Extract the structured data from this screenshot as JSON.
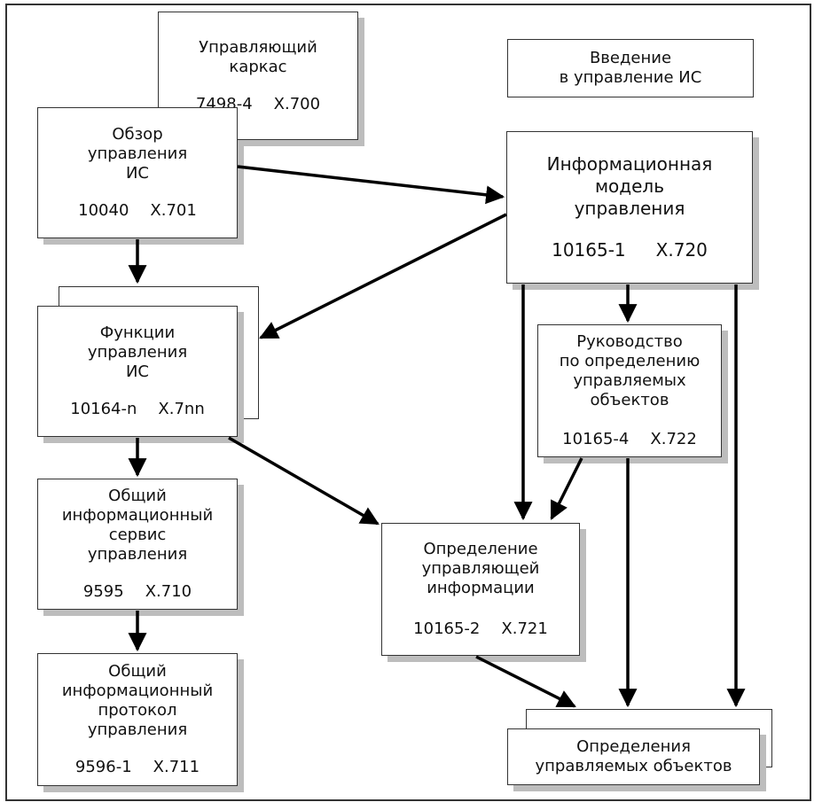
{
  "boxes": {
    "framework": {
      "title": "Управляющий\nкаркас",
      "code1": "7498-4",
      "code2": "X.700"
    },
    "intro": {
      "title": "Введение\nв управление ИС"
    },
    "overview": {
      "title": "Обзор\nуправления\nИС",
      "code1": "10040",
      "code2": "X.701"
    },
    "info_model": {
      "title": "Информационная\nмодель\nуправления",
      "code1": "10165-1",
      "code2": "X.720"
    },
    "functions": {
      "title": "Функции\nуправления\nИС",
      "code1": "10164-n",
      "code2": "X.7nn"
    },
    "guide": {
      "title": "Руководство\nпо определению\nуправляемых\nобъектов",
      "code1": "10165-4",
      "code2": "X.722"
    },
    "cmis": {
      "title": "Общий\nинформационный\nсервис\nуправления",
      "code1": "9595",
      "code2": "X.710"
    },
    "smi_def": {
      "title": "Определение\nуправляющей\nинформации",
      "code1": "10165-2",
      "code2": "X.721"
    },
    "cmip": {
      "title": "Общий\nинформационный\nпротокол\nуправления",
      "code1": "9596-1",
      "code2": "X.711"
    },
    "mo_defs": {
      "title": "Определения\nуправляемых объектов"
    }
  }
}
